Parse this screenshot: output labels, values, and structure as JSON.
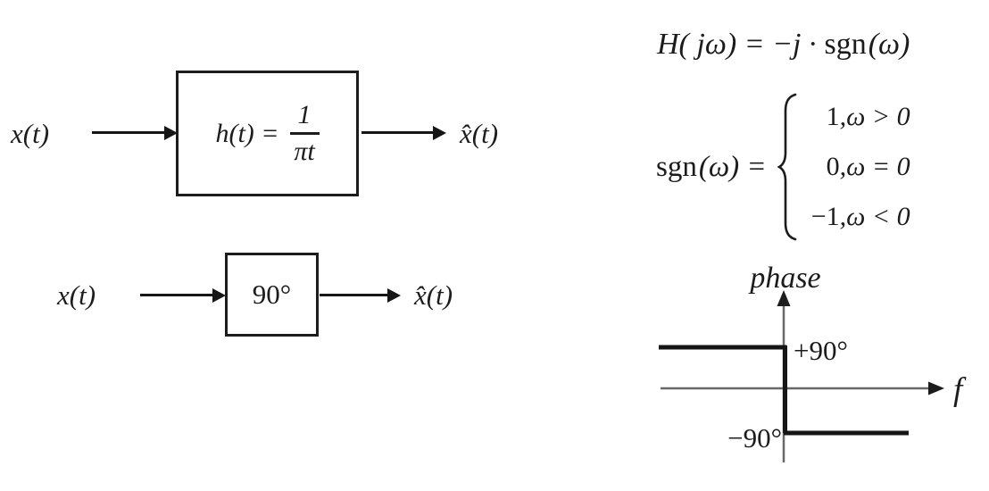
{
  "canvas": {
    "background": "#ffffff",
    "ink_color": "#1c1c1c",
    "axis_color": "#686868"
  },
  "hilbert_block_diagram": {
    "input_label": "x(t)",
    "impulse_response": {
      "lhs": "h(t) =",
      "numerator": "1",
      "denominator": "πt"
    },
    "output_label": "x̂(t)"
  },
  "phase_shifter_block_diagram": {
    "input_label": "x(t)",
    "box_label": "90°",
    "output_label": "x̂(t)"
  },
  "transfer_function_equation": {
    "lhs": "H( jω) = −j ·",
    "fn": "sgn",
    "arg": "(ω)"
  },
  "sgn_definition": {
    "fn": "sgn",
    "lhs_rest": "(ω) =",
    "cases": [
      {
        "value": "1",
        "condition": ",ω > 0"
      },
      {
        "value": "0",
        "condition": ",ω = 0"
      },
      {
        "value": "−1",
        "condition": ",ω < 0"
      }
    ]
  },
  "phase_plot": {
    "title": "phase",
    "x_axis_label": "f",
    "positive_phase_label": "+90°",
    "negative_phase_label": "−90°",
    "segments": [
      {
        "range": "f < 0",
        "phase_deg": 90
      },
      {
        "range": "f > 0",
        "phase_deg": -90
      }
    ]
  }
}
